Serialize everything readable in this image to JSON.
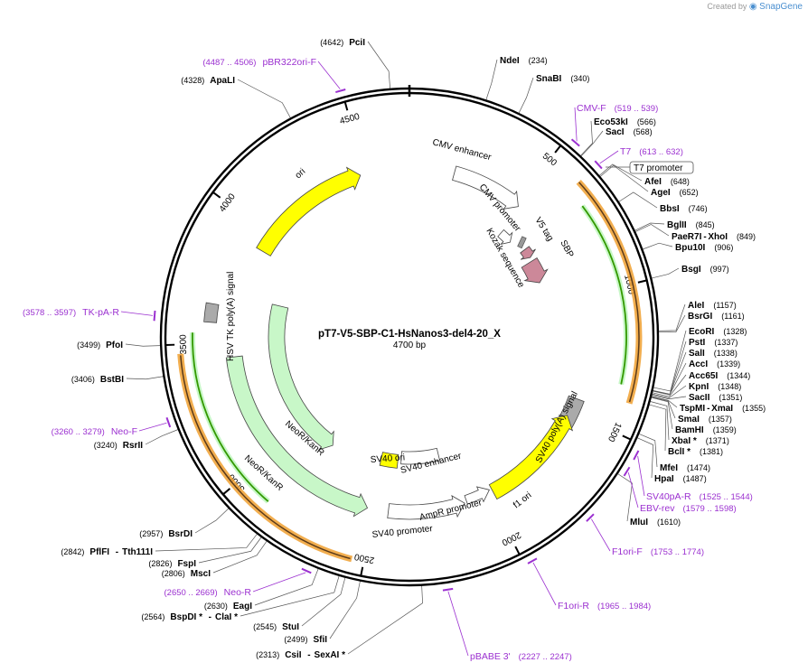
{
  "branding": {
    "created_by": "Created by",
    "app": "SnapGene"
  },
  "plasmid": {
    "name": "pT7-V5-SBP-C1-HsNanos3-del4-20_X",
    "length": "4700 bp",
    "total_bp": 4700
  },
  "ticks": [
    "500",
    "1000",
    "1500",
    "2000",
    "2500",
    "3000",
    "3500",
    "4000",
    "4500"
  ],
  "colors": {
    "backbone": "#000000",
    "primer": "#9b30d0",
    "promoter": "#ffffff",
    "origin": "#ffff00",
    "marker": "#c8f7c8",
    "tag": "#cc8899",
    "polyA": "#aaaaaa",
    "orf_outline": "#f0a030",
    "orf_inner": "#339900",
    "site_line": "#555555"
  },
  "features": [
    {
      "id": "cmv-enhancer",
      "label": "CMV enhancer",
      "kind": "promoter"
    },
    {
      "id": "cmv-promoter",
      "label": "CMV promoter",
      "kind": "promoter"
    },
    {
      "id": "t7-promoter",
      "label": "T7 promoter",
      "kind": "promoter"
    },
    {
      "id": "v5-tag",
      "label": "V5 tag",
      "kind": "tag"
    },
    {
      "id": "sbp",
      "label": "SBP",
      "kind": "tag"
    },
    {
      "id": "kozak",
      "label": "Kozak sequence",
      "kind": "misc"
    },
    {
      "id": "sv40-polya",
      "label": "SV40 poly(A) signal",
      "kind": "polyA"
    },
    {
      "id": "f1-ori",
      "label": "f1 ori",
      "kind": "origin"
    },
    {
      "id": "ampr-promoter",
      "label": "AmpR promoter",
      "kind": "promoter"
    },
    {
      "id": "sv40-promoter",
      "label": "SV40 promoter",
      "kind": "promoter"
    },
    {
      "id": "sv40-ori",
      "label": "SV40 ori",
      "kind": "origin"
    },
    {
      "id": "sv40-enhancer",
      "label": "SV40 enhancer",
      "kind": "promoter"
    },
    {
      "id": "neor-kanr-outer",
      "label": "NeoR/KanR",
      "kind": "marker"
    },
    {
      "id": "neor-kanr-inner",
      "label": "NeoR/KanR",
      "kind": "marker"
    },
    {
      "id": "hsv-tk-polya",
      "label": "HSV TK poly(A) signal",
      "kind": "polyA"
    },
    {
      "id": "ori",
      "label": "ori",
      "kind": "origin"
    }
  ],
  "sites": [
    {
      "name": "PciI",
      "pos": "(4642)"
    },
    {
      "name": "ApaLI",
      "pos": "(4328)"
    },
    {
      "name": "NdeI",
      "pos": "(234)"
    },
    {
      "name": "SnaBI",
      "pos": "(340)"
    },
    {
      "name": "Eco53kI",
      "pos": "(566)"
    },
    {
      "name": "SacI",
      "pos": "(568)"
    },
    {
      "name": "AfeI",
      "pos": "(648)"
    },
    {
      "name": "AgeI",
      "pos": "(652)"
    },
    {
      "name": "BbsI",
      "pos": "(746)"
    },
    {
      "name": "BglII",
      "pos": "(845)"
    },
    {
      "name": "PaeR7I",
      "extra": "XhoI",
      "pos": "(849)"
    },
    {
      "name": "Bpu10I",
      "pos": "(906)"
    },
    {
      "name": "BsgI",
      "pos": "(997)"
    },
    {
      "name": "AleI",
      "pos": "(1157)"
    },
    {
      "name": "BsrGI",
      "pos": "(1161)"
    },
    {
      "name": "EcoRI",
      "pos": "(1328)"
    },
    {
      "name": "PstI",
      "pos": "(1337)"
    },
    {
      "name": "SalI",
      "pos": "(1338)"
    },
    {
      "name": "AccI",
      "pos": "(1339)"
    },
    {
      "name": "Acc65I",
      "pos": "(1344)"
    },
    {
      "name": "KpnI",
      "pos": "(1348)"
    },
    {
      "name": "SacII",
      "pos": "(1351)"
    },
    {
      "name": "TspMI",
      "extra": "XmaI",
      "pos": "(1355)"
    },
    {
      "name": "SmaI",
      "pos": "(1357)"
    },
    {
      "name": "BamHI",
      "pos": "(1359)"
    },
    {
      "name": "XbaI *",
      "pos": "(1371)"
    },
    {
      "name": "BclI *",
      "pos": "(1381)"
    },
    {
      "name": "MfeI",
      "pos": "(1474)"
    },
    {
      "name": "HpaI",
      "pos": "(1487)"
    },
    {
      "name": "MluI",
      "pos": "(1610)"
    },
    {
      "name": "PfoI",
      "pos": "(3499)"
    },
    {
      "name": "BstBI",
      "pos": "(3406)"
    },
    {
      "name": "RsrII",
      "pos": "(3240)"
    },
    {
      "name": "BsrDI",
      "pos": "(2957)"
    },
    {
      "name": "PflFI",
      "extra": "Tth111I",
      "pos": "(2842)"
    },
    {
      "name": "FspI",
      "pos": "(2826)"
    },
    {
      "name": "MscI",
      "pos": "(2806)"
    },
    {
      "name": "EagI",
      "pos": "(2630)"
    },
    {
      "name": "BspDI *",
      "extra": "ClaI *",
      "pos": "(2564)"
    },
    {
      "name": "StuI",
      "pos": "(2545)"
    },
    {
      "name": "SfiI",
      "pos": "(2499)"
    },
    {
      "name": "CsiI",
      "extra": "SexAI *",
      "pos": "(2313)"
    }
  ],
  "primers": [
    {
      "name": "pBR322ori-F",
      "range": "(4487 .. 4506)"
    },
    {
      "name": "CMV-F",
      "range": "(519 .. 539)"
    },
    {
      "name": "T7",
      "range": "(613 .. 632)"
    },
    {
      "name": "TK-pA-R",
      "range": "(3578 .. 3597)"
    },
    {
      "name": "Neo-F",
      "range": "(3260 .. 3279)"
    },
    {
      "name": "SV40pA-R",
      "range": "(1525 .. 1544)"
    },
    {
      "name": "EBV-rev",
      "range": "(1579 .. 1598)"
    },
    {
      "name": "F1ori-F",
      "range": "(1753 .. 1774)"
    },
    {
      "name": "F1ori-R",
      "range": "(1965 .. 1984)"
    },
    {
      "name": "Neo-R",
      "range": "(2650 .. 2669)"
    },
    {
      "name": "pBABE 3'",
      "range": "(2227 .. 2247)"
    }
  ]
}
